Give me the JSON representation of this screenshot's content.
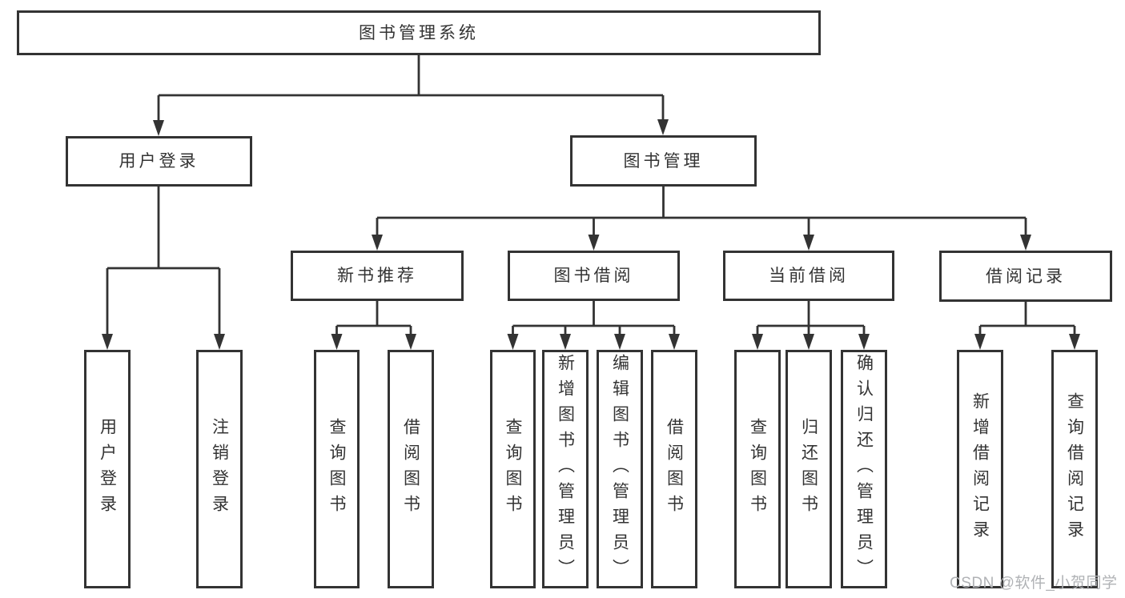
{
  "diagram_title": "图书管理系统",
  "colors": {
    "line": "#333333",
    "box_border": "#333333",
    "text": "#333333",
    "watermark": "#b0b2b5",
    "background": "#ffffff"
  },
  "nodes": {
    "root": "图书管理系统",
    "user_login": "用户登录",
    "book_mgmt": "图书管理",
    "new_book_rec": "新书推荐",
    "book_borrow": "图书借阅",
    "current_borrow": "当前借阅",
    "borrow_records": "借阅记录",
    "ul_login": "用户登录",
    "ul_logout": "注销登录",
    "nb_query": "查询图书",
    "nb_borrow": "借阅图书",
    "bb_query": "查询图书",
    "bb_add": "新增图书（管理员）",
    "bb_edit": "编辑图书（管理员）",
    "bb_borrow": "借阅图书",
    "cb_query": "查询图书",
    "cb_return": "归还图书",
    "cb_confirm": "确认归还（管理员）",
    "br_add": "新增借阅记录",
    "br_query": "查询借阅记录"
  },
  "edges": [
    [
      "root",
      "user_login"
    ],
    [
      "root",
      "book_mgmt"
    ],
    [
      "user_login",
      "ul_login"
    ],
    [
      "user_login",
      "ul_logout"
    ],
    [
      "book_mgmt",
      "new_book_rec"
    ],
    [
      "book_mgmt",
      "book_borrow"
    ],
    [
      "book_mgmt",
      "current_borrow"
    ],
    [
      "book_mgmt",
      "borrow_records"
    ],
    [
      "new_book_rec",
      "nb_query"
    ],
    [
      "new_book_rec",
      "nb_borrow"
    ],
    [
      "book_borrow",
      "bb_query"
    ],
    [
      "book_borrow",
      "bb_add"
    ],
    [
      "book_borrow",
      "bb_edit"
    ],
    [
      "book_borrow",
      "bb_borrow"
    ],
    [
      "current_borrow",
      "cb_query"
    ],
    [
      "current_borrow",
      "cb_return"
    ],
    [
      "current_borrow",
      "cb_confirm"
    ],
    [
      "borrow_records",
      "br_add"
    ],
    [
      "borrow_records",
      "br_query"
    ]
  ],
  "watermark": "CSDN @软件_小贺同学"
}
